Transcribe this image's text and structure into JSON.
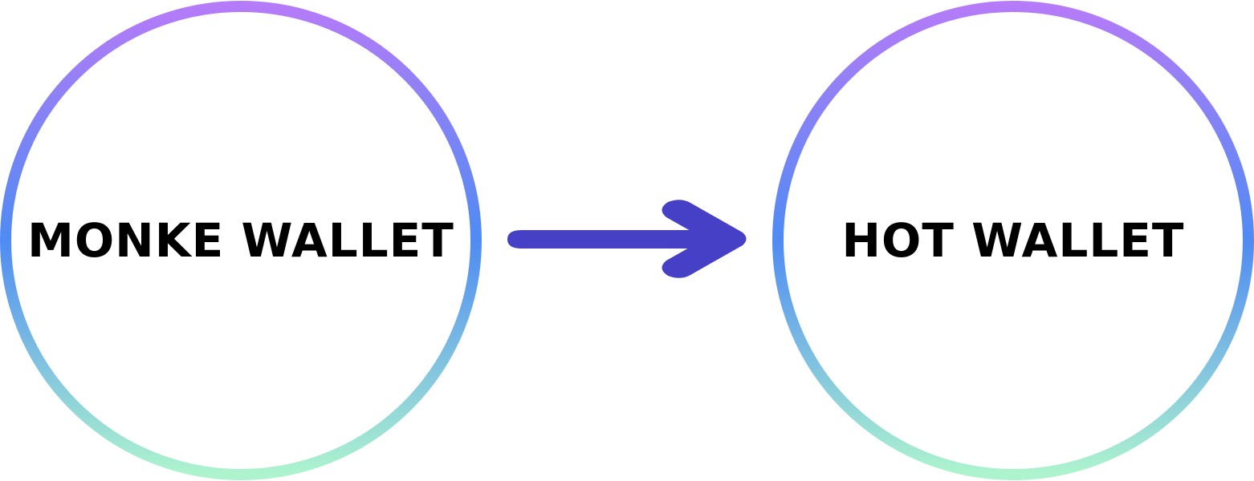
{
  "colors": {
    "ring_gradient": [
      "#b57bf8",
      "#4f8bf3",
      "#adf4ce"
    ],
    "arrow": "#4540c6",
    "label": "#000000",
    "background": "#ffffff"
  },
  "nodes": [
    {
      "label": "MONKE WALLET"
    },
    {
      "label": "HOT WALLET"
    }
  ],
  "edge": {
    "direction": "left-to-right",
    "icon": "arrow-right-icon"
  }
}
